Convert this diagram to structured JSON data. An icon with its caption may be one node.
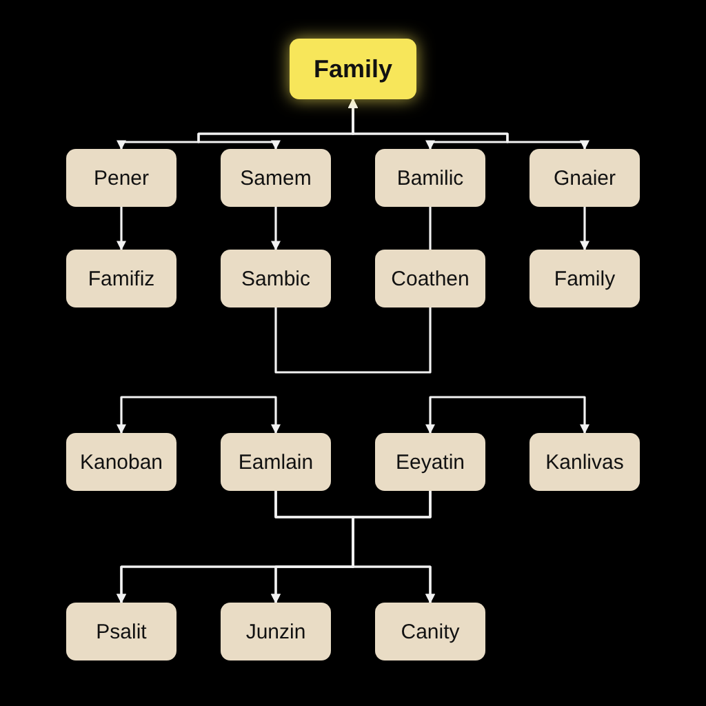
{
  "diagram": {
    "nodes": [
      {
        "text": [
          "Family"
        ]
      },
      {
        "text": [
          "Pener"
        ]
      },
      {
        "text": [
          "Samem"
        ]
      },
      {
        "text": [
          "Bamilic"
        ]
      },
      {
        "text": [
          "Gnaier"
        ]
      },
      {
        "text": [
          "Famifiz"
        ]
      },
      {
        "text": [
          "Sambic"
        ]
      },
      {
        "text": [
          "Coathen"
        ]
      },
      {
        "text": [
          "Family"
        ]
      },
      {
        "text": [
          "Kanoban"
        ]
      },
      {
        "text": [
          "Eamlain"
        ]
      },
      {
        "text": [
          "Eeyatin"
        ]
      },
      {
        "text": [
          "Kanlivas"
        ]
      },
      {
        "text": [
          "Psalit"
        ]
      },
      {
        "text": [
          "Junzin"
        ]
      },
      {
        "text": [
          "Canity"
        ]
      }
    ],
    "edges": [
      {
        "from": 0,
        "to": 1,
        "arrow": "both"
      },
      {
        "from": 0,
        "to": 2,
        "arrow": "both"
      },
      {
        "from": 0,
        "to": 3,
        "arrow": "both"
      },
      {
        "from": 0,
        "to": 4,
        "arrow": "both"
      },
      {
        "from": 1,
        "to": 5,
        "arrow": "to"
      },
      {
        "from": 2,
        "to": 6,
        "arrow": "to"
      },
      {
        "from": 3,
        "to": 7,
        "arrow": "none"
      },
      {
        "from": 4,
        "to": 8,
        "arrow": "to"
      },
      {
        "from": 6,
        "to": 7,
        "arrow": "none"
      },
      {
        "from": null,
        "to": 9,
        "arrow": "to"
      },
      {
        "from": null,
        "to": 10,
        "arrow": "to"
      },
      {
        "from": null,
        "to": 11,
        "arrow": "to"
      },
      {
        "from": null,
        "to": 12,
        "arrow": "to"
      },
      {
        "from": 10,
        "to": 13,
        "arrow": "to"
      },
      {
        "from": 10,
        "to": 14,
        "arrow": "to"
      },
      {
        "from": 10,
        "to": 15,
        "arrow": "to"
      },
      {
        "from": 11,
        "to": 13,
        "arrow": "to"
      },
      {
        "from": 11,
        "to": 14,
        "arrow": "to"
      },
      {
        "from": 11,
        "to": 15,
        "arrow": "to"
      }
    ]
  }
}
